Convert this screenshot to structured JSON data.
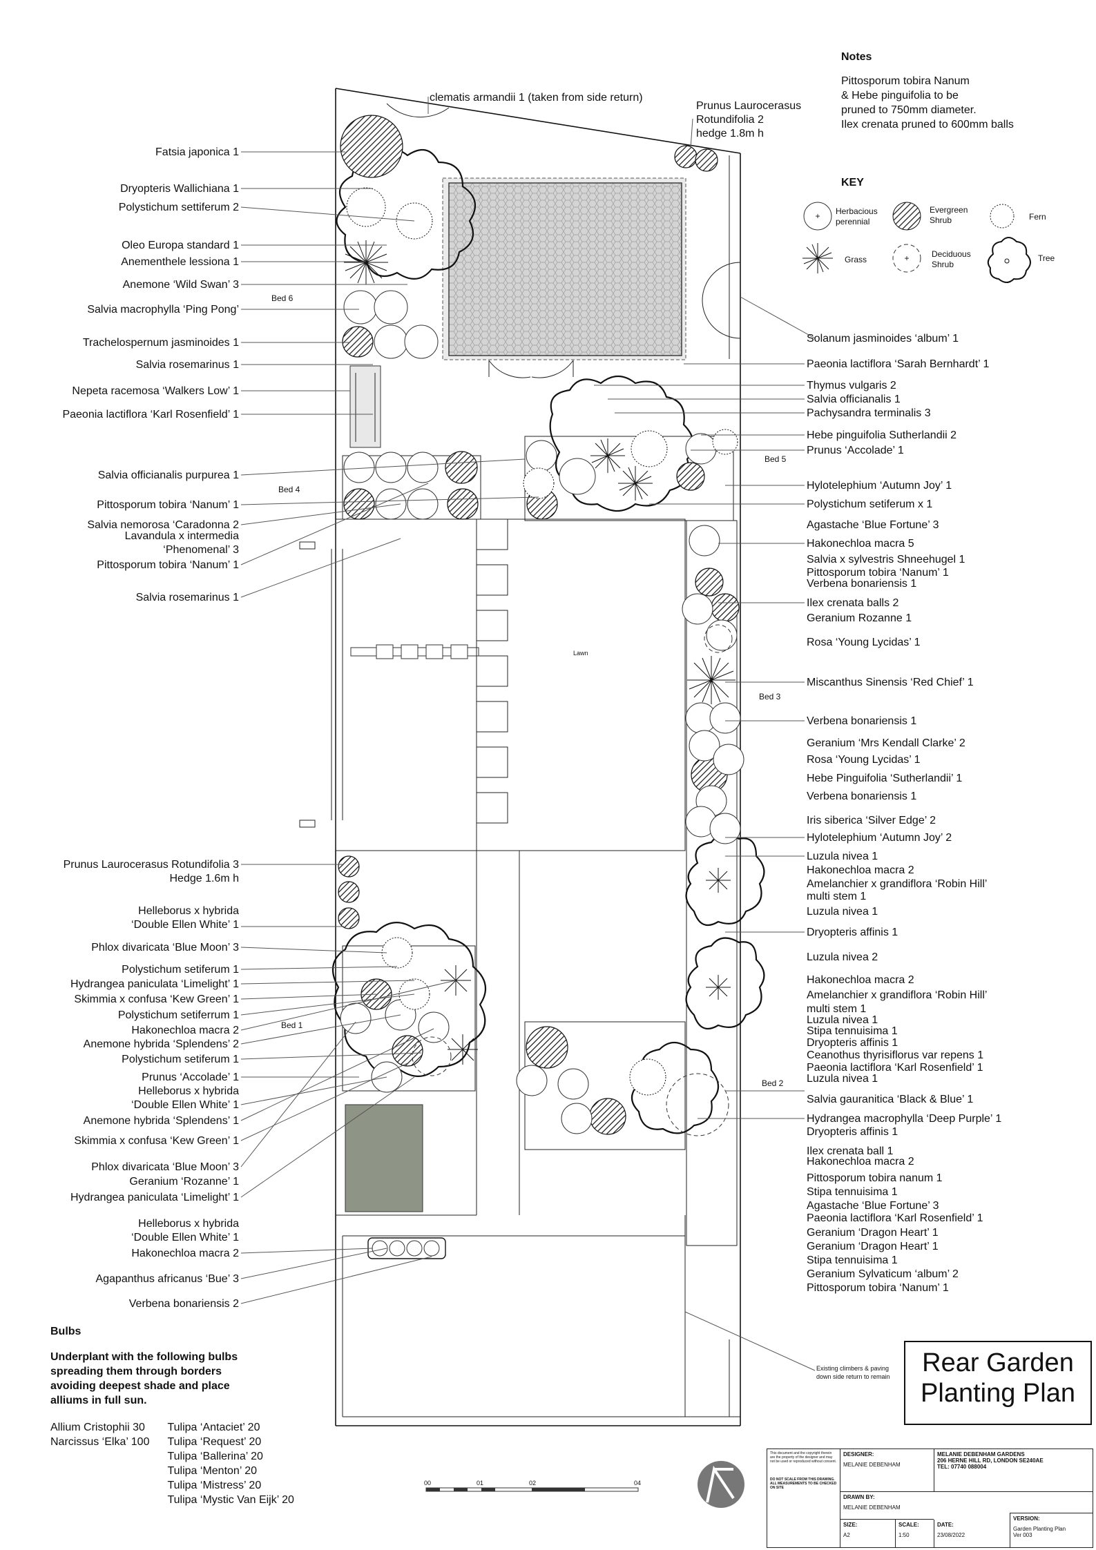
{
  "notes": {
    "heading": "Notes",
    "lines": [
      "Pittosporum tobira Nanum",
      "& Hebe pinguifolia to be",
      "pruned to 750mm diameter.",
      "Ilex crenata pruned to 600mm balls"
    ]
  },
  "key": {
    "title": "KEY",
    "items": [
      {
        "symbol": "perennial-symbol",
        "label": "Herbacious perennial"
      },
      {
        "symbol": "evergreen-shrub-symbol",
        "label": "Evergreen Shrub"
      },
      {
        "symbol": "fern-symbol",
        "label": "Fern"
      },
      {
        "symbol": "grass-symbol",
        "label": "Grass"
      },
      {
        "symbol": "deciduous-shrub-symbol",
        "label": "Deciduous Shrub"
      },
      {
        "symbol": "tree-symbol",
        "label": "Tree"
      }
    ]
  },
  "beds": [
    "Bed 6",
    "Bed 4",
    "Bed 5",
    "Bed 3",
    "Bed 1",
    "Bed 2"
  ],
  "lawn_label": "Lawn",
  "side_return_note": "Existing climbers & paving down side return to remain",
  "top_labels": {
    "clematis": "clematis armandii 1 (taken from side return)",
    "laurel": [
      "Prunus Laurocerasus",
      "Rotundifolia 2",
      "hedge 1.8m h"
    ]
  },
  "left_labels": [
    "Fatsia japonica 1",
    "Dryopteris Wallichiana 1",
    "Polystichum settiferum 2",
    "Oleo Europa standard 1",
    "Anementhele lessiona 1",
    "Anemone ‘Wild Swan’ 3",
    "Salvia macrophylla ‘Ping Pong’",
    "Trachelospernum jasminoides 1",
    "Salvia rosemarinus 1",
    "Nepeta racemosa ‘Walkers Low’ 1",
    "Paeonia lactiflora ‘Karl Rosenfield’ 1",
    "Salvia officianalis purpurea 1",
    "Pittosporum tobira ‘Nanum’ 1",
    "Salvia nemorosa ‘Caradonna 2",
    "Lavandula x intermedia",
    "‘Phenomenal’ 3",
    "Pittosporum tobira ‘Nanum’ 1",
    "Salvia rosemarinus 1",
    "Prunus Laurocerasus Rotundifolia 3",
    "Hedge 1.6m h",
    "Helleborus x hybrida",
    "‘Double Ellen White’ 1",
    "Phlox divaricata ‘Blue Moon’ 3",
    "Polystichum setiferum 1",
    "Hydrangea paniculata ‘Limelight’ 1",
    "Skimmia x confusa ‘Kew Green’ 1",
    "Polystichum setiferrum 1",
    "Hakonechloa macra 2",
    "Anemone hybrida ‘Splendens’ 2",
    "Polystichum setiferum 1",
    "Prunus ‘Accolade’ 1",
    "Helleborus x hybrida",
    "‘Double Ellen White’ 1",
    "Anemone hybrida ‘Splendens’ 1",
    "Skimmia x confusa ‘Kew Green’ 1",
    "Phlox divaricata ‘Blue Moon’ 3",
    "Geranium ‘Rozanne’ 1",
    "Hydrangea paniculata ‘Limelight’ 1",
    "Helleborus x hybrida",
    "‘Double Ellen White’ 1",
    "Hakonechloa macra 2",
    "Agapanthus africanus ‘Bue’ 3",
    "Verbena bonariensis 2"
  ],
  "right_labels": [
    "Solanum jasminoides ‘album’ 1",
    "Paeonia lactiflora ‘Sarah Bernhardt’ 1",
    "Thymus vulgaris 2",
    "Salvia officianalis 1",
    "Pachysandra terminalis 3",
    "Hebe pinguifolia Sutherlandii 2",
    "Prunus ‘Accolade’ 1",
    "Hylotelephium ‘Autumn Joy’ 1",
    "Polystichum setiferum x 1",
    "Agastache ‘Blue Fortune’ 3",
    "Hakonechloa macra 5",
    "Salvia x sylvestris Shneehugel 1",
    "Pittosporum tobira ‘Nanum’ 1",
    "Verbena bonariensis 1",
    "Ilex crenata balls 2",
    "Geranium Rozanne 1",
    "Rosa ‘Young Lycidas’ 1",
    "Miscanthus Sinensis ‘Red Chief’ 1",
    "Verbena bonariensis 1",
    "Geranium ‘Mrs Kendall Clarke’ 2",
    "Rosa ‘Young Lycidas’ 1",
    "Hebe Pinguifolia ‘Sutherlandii’ 1",
    "Verbena bonariensis 1",
    "Iris siberica ‘Silver Edge’ 2",
    "Hylotelephium ‘Autumn Joy’ 2",
    "Luzula nivea 1",
    "Hakonechloa macra 2",
    "Amelanchier x grandiflora ‘Robin Hill’",
    "multi stem 1",
    "Luzula nivea 1",
    "Dryopteris affinis 1",
    "Luzula nivea 2",
    "Hakonechloa macra 2",
    "Amelanchier x grandiflora ‘Robin Hill’",
    "multi stem 1",
    "Luzula nivea 1",
    "Stipa tennuisima 1",
    "Dryopteris affinis 1",
    "Ceanothus thyrisiflorus var repens 1",
    "Paeonia lactiflora ‘Karl Rosenfield’ 1",
    "Luzula nivea 1",
    "Salvia gauranitica ‘Black & Blue’ 1",
    "Hydrangea macrophylla ‘Deep Purple’ 1",
    "Dryopteris affinis 1",
    "Ilex crenata ball 1",
    "Hakonechloa macra 2",
    "Pittosporum tobira nanum 1",
    "Stipa tennuisima 1",
    "Agastache ‘Blue Fortune’ 3",
    "Paeonia lactiflora ‘Karl Rosenfield’ 1",
    "Geranium ‘Dragon Heart’ 1",
    "Geranium ‘Dragon Heart’ 1",
    "Stipa tennuisima 1",
    "Geranium Sylvaticum ‘album’ 2",
    "Pittosporum tobira ‘Nanum’ 1"
  ],
  "bulbs": {
    "heading": "Bulbs",
    "instructions": [
      "Underplant with the following bulbs",
      "spreading them through borders",
      "avoiding deepest shade and place",
      "alliums in full sun."
    ],
    "col1": [
      "Allium Cristophii 30",
      "Narcissus ‘Elka’ 100"
    ],
    "col2": [
      "Tulipa ‘Antaciet’ 20",
      "Tulipa ‘Request’ 20",
      "Tulipa ‘Ballerina’ 20",
      "Tulipa ‘Menton’ 20",
      "Tulipa ‘Mistress’ 20",
      "Tulipa ‘Mystic Van Eijk’ 20"
    ]
  },
  "scale_bar": [
    "00",
    "01",
    "02",
    "04"
  ],
  "title": [
    "Rear Garden",
    "Planting Plan"
  ],
  "title_block": {
    "disclaimer": "This document and the copyright therein are the property of the designer and may not be used or reproduced without consent.",
    "scale_note": "DO NOT SCALE FROM THIS DRAWING. ALL MEASUREMENTS TO BE CHECKED ON SITE",
    "designer_label": "DESIGNER:",
    "designer": "MELANIE DEBENHAM",
    "company": "MELANIE DEBENHAM GARDENS",
    "address": "206 HERNE HILL RD, LONDON SE240AE",
    "tel": "TEL: 07740 088004",
    "drawn_label": "DRAWN BY:",
    "drawn_by": "MELANIE DEBENHAM",
    "size_label": "SIZE:",
    "size": "A2",
    "scale_label": "SCALE:",
    "scale": "1:50",
    "date_label": "DATE:",
    "date": "23/08/2022",
    "version_label": "VERSION:",
    "version": "Garden Planting Plan",
    "version_no": "Ver 003"
  }
}
